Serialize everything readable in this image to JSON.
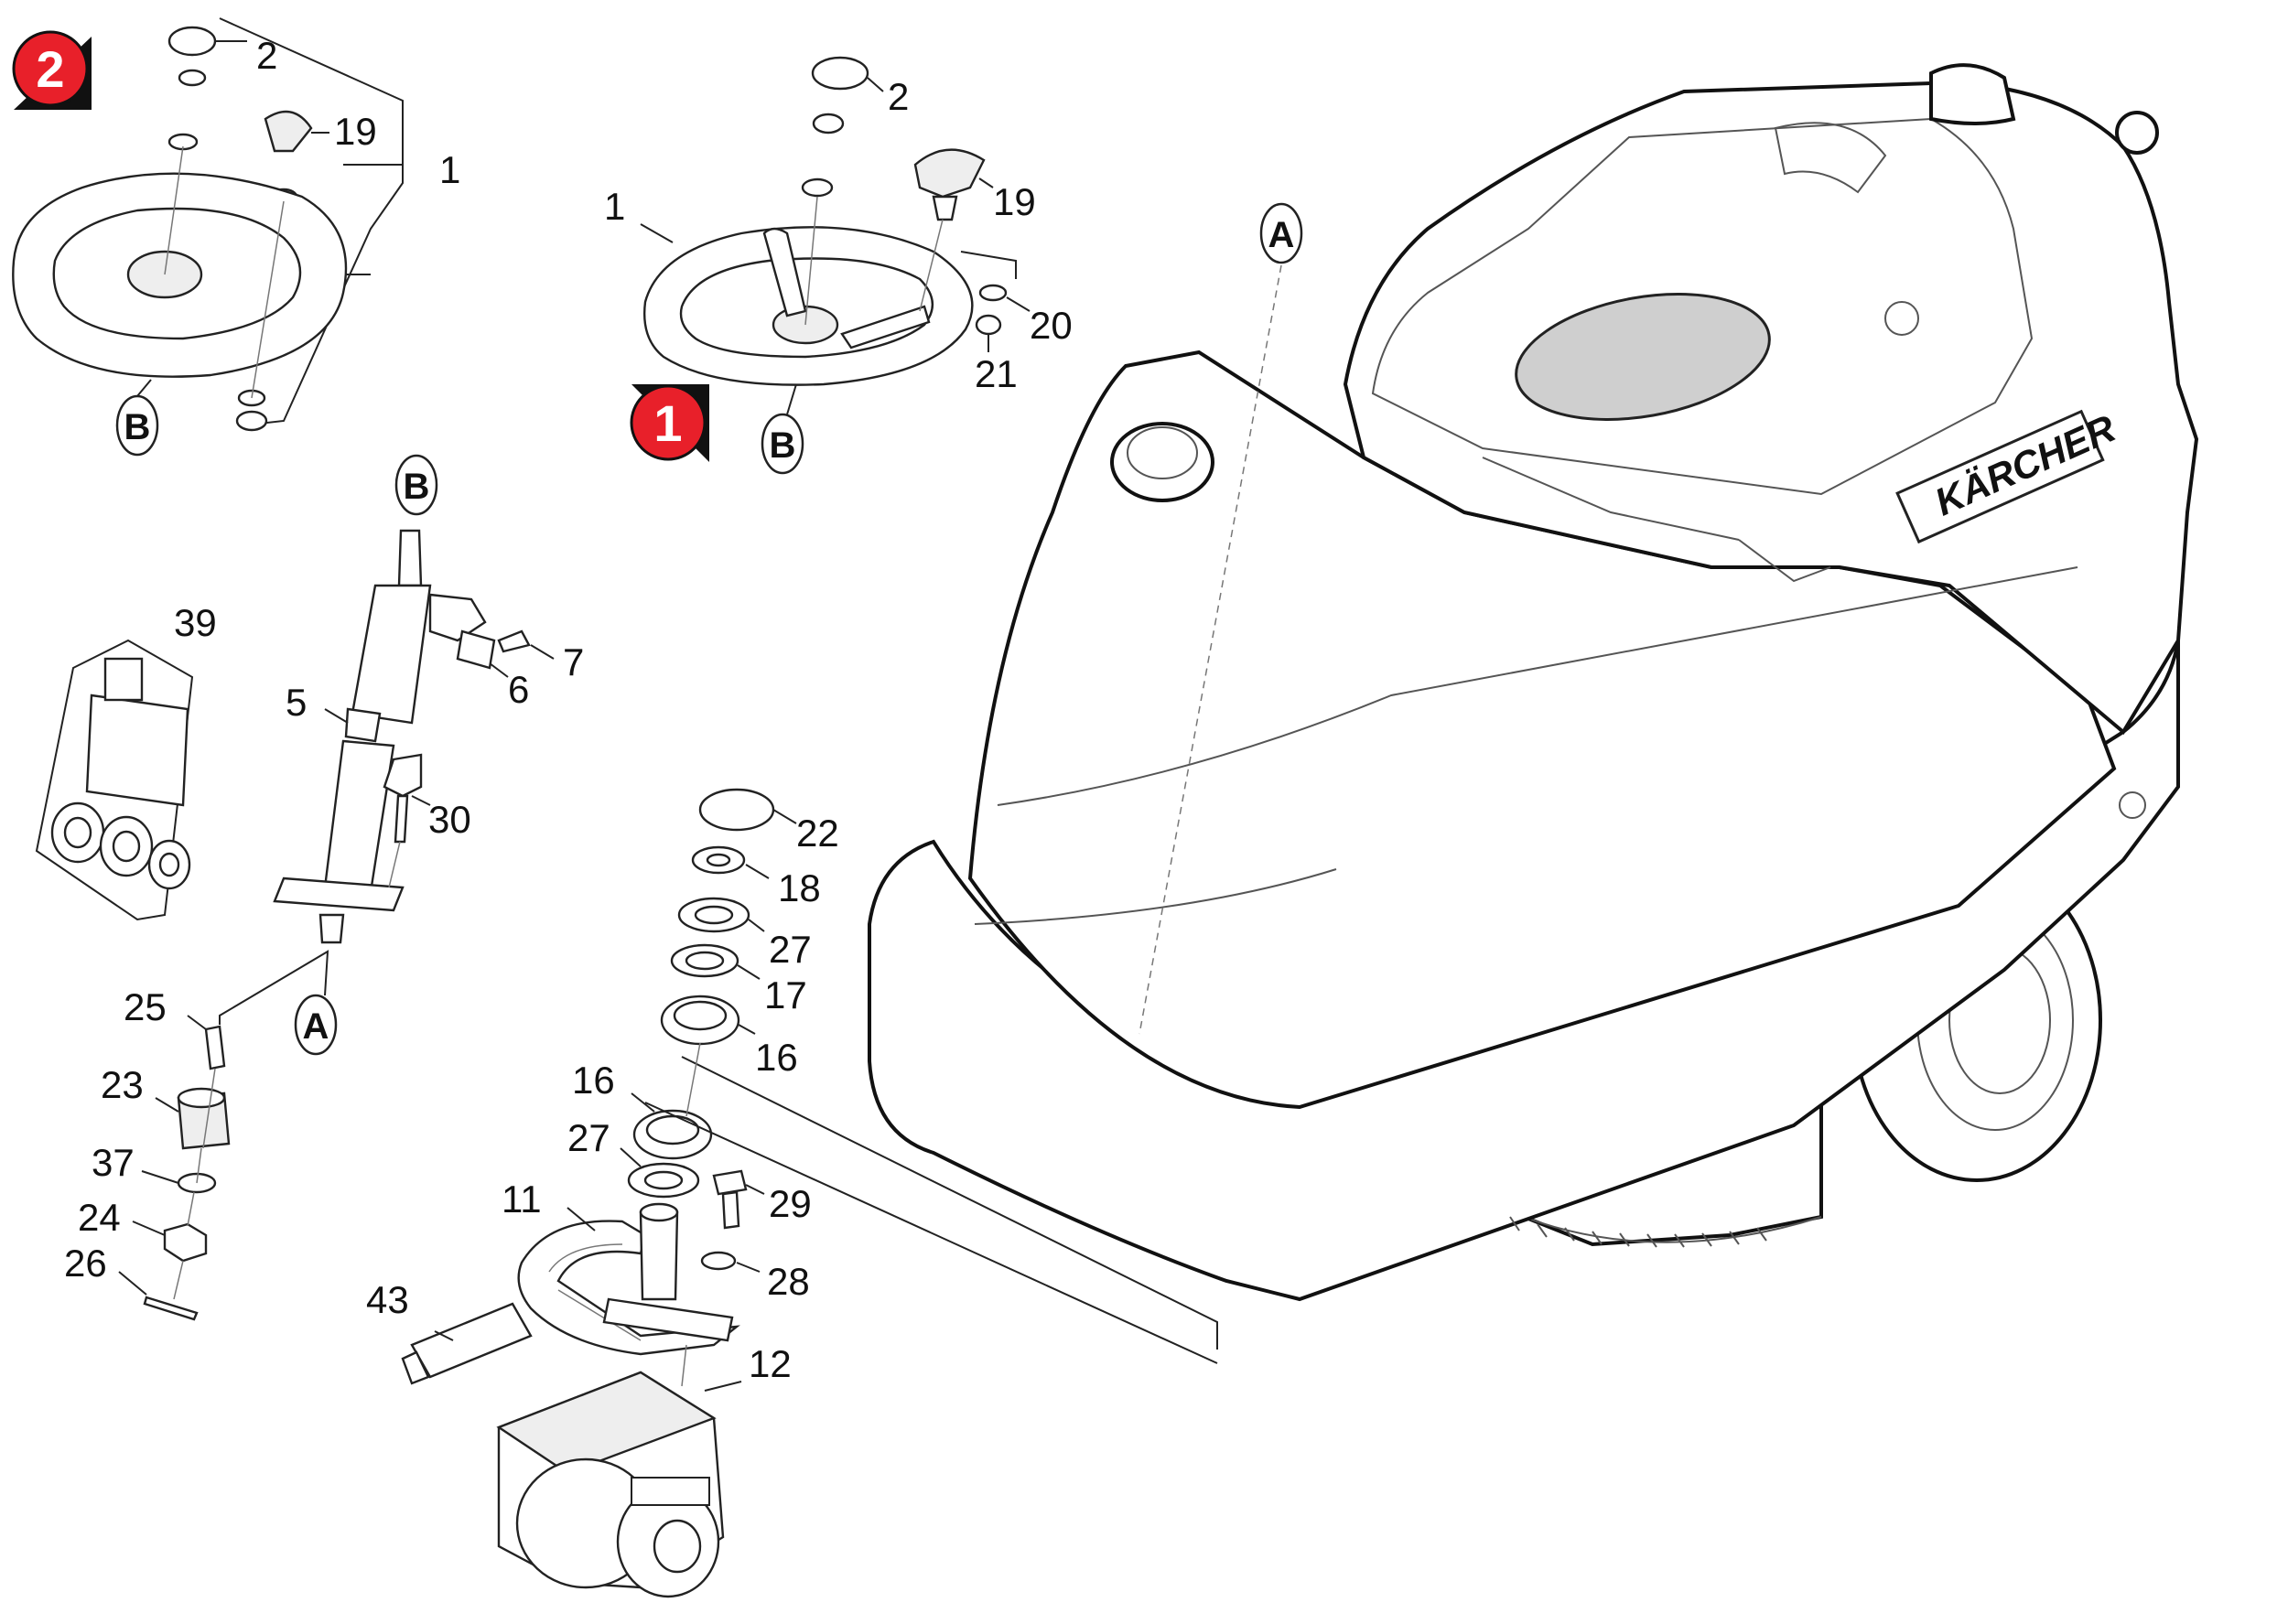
{
  "brand": {
    "logo_text": "KÄRCHER"
  },
  "badges": [
    {
      "id": "badge-2",
      "number": "2"
    },
    {
      "id": "badge-1",
      "number": "1"
    }
  ],
  "reference_letters": {
    "a": "A",
    "b": "B"
  },
  "part_numbers": {
    "p1": "1",
    "p2": "2",
    "p5": "5",
    "p6": "6",
    "p7": "7",
    "p11": "11",
    "p12": "12",
    "p16": "16",
    "p17": "17",
    "p18": "18",
    "p19": "19",
    "p20": "20",
    "p21": "21",
    "p22": "22",
    "p23": "23",
    "p24": "24",
    "p25": "25",
    "p26": "26",
    "p27": "27",
    "p28": "28",
    "p29": "29",
    "p30": "30",
    "p37": "37",
    "p39": "39",
    "p43": "43"
  },
  "colors": {
    "badge": "#e8202a",
    "line": "#222222",
    "cap_shade": "#cfcfcf"
  }
}
